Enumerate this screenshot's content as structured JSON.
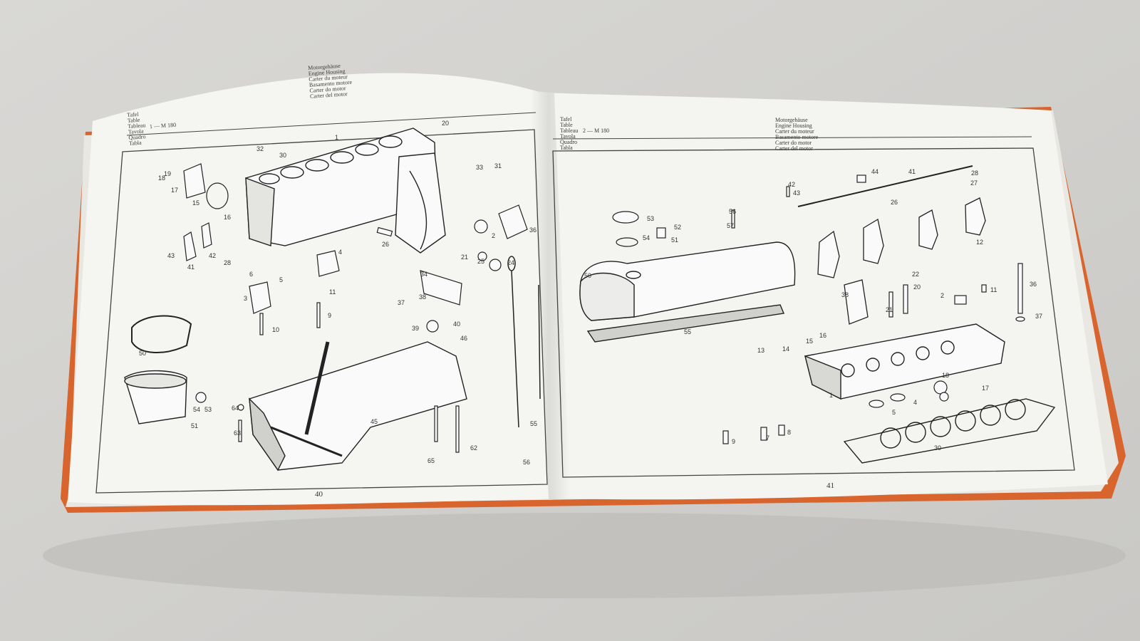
{
  "left_page": {
    "header_labels": [
      "Tafel",
      "Table",
      "Tableau",
      "Tavola",
      "Quadro",
      "Tabla"
    ],
    "table_ref": "1 — M 180",
    "title_lines": [
      "Motorgehäuse",
      "Engine Housing",
      "Carter du moteur",
      "Basamento motore",
      "Carter do motor",
      "Carter del motor"
    ],
    "page_number": "40",
    "callouts": [
      "1",
      "2",
      "3",
      "4",
      "5",
      "6",
      "9",
      "10",
      "11",
      "15",
      "16",
      "17",
      "18",
      "19",
      "20",
      "21",
      "24",
      "25",
      "26",
      "28",
      "30",
      "31",
      "32",
      "33",
      "34",
      "36",
      "37",
      "38",
      "39",
      "40",
      "41",
      "42",
      "43",
      "45",
      "46",
      "50",
      "51",
      "53",
      "54",
      "55",
      "56",
      "62",
      "63",
      "64",
      "65"
    ]
  },
  "right_page": {
    "header_labels": [
      "Tafel",
      "Table",
      "Tableau",
      "Tavola",
      "Quadro",
      "Tabla"
    ],
    "table_ref": "2 — M 180",
    "title_lines": [
      "Motorgehäuse",
      "Engine Housing",
      "Carter du moteur",
      "Basamento motore",
      "Carter do motor",
      "Carter del motor"
    ],
    "page_number": "41",
    "callouts": [
      "1",
      "2",
      "4",
      "5",
      "7",
      "8",
      "9",
      "11",
      "12",
      "13",
      "14",
      "15",
      "16",
      "17",
      "18",
      "20",
      "21",
      "22",
      "26",
      "27",
      "28",
      "30",
      "36",
      "37",
      "38",
      "41",
      "42",
      "43",
      "44",
      "50",
      "51",
      "52",
      "53",
      "54",
      "55",
      "56",
      "57"
    ]
  },
  "colors": {
    "background": "#d2d1ce",
    "page": "#f4f4f1",
    "cover": "#d8642e",
    "ink": "#333333"
  }
}
